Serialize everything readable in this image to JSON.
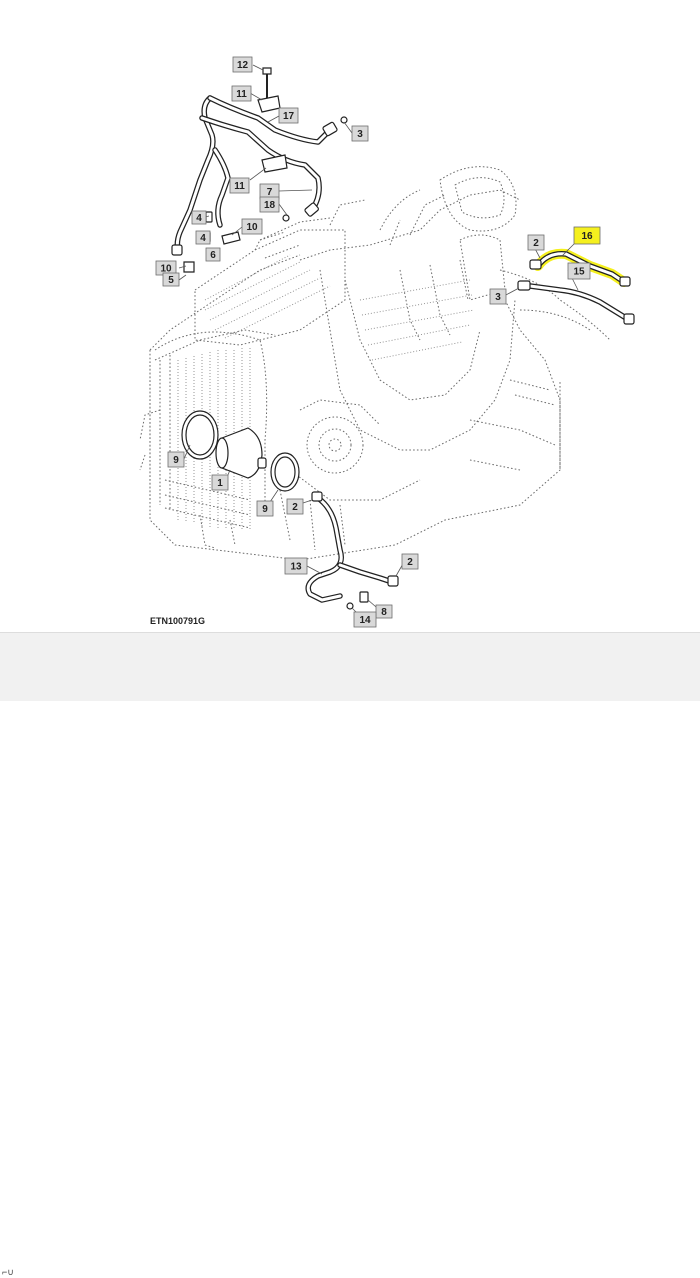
{
  "figure": {
    "code": "ETN100791G",
    "edge_mark": "⌐∪"
  },
  "highlight_color": "#f5f01e",
  "callouts": [
    {
      "id": "c12",
      "label": "12"
    },
    {
      "id": "c11a",
      "label": "11"
    },
    {
      "id": "c17",
      "label": "17"
    },
    {
      "id": "c3a",
      "label": "3"
    },
    {
      "id": "c11b",
      "label": "11"
    },
    {
      "id": "c7",
      "label": "7"
    },
    {
      "id": "c18",
      "label": "18"
    },
    {
      "id": "c4a",
      "label": "4"
    },
    {
      "id": "c4b",
      "label": "4"
    },
    {
      "id": "c10a",
      "label": "10"
    },
    {
      "id": "c6",
      "label": "6"
    },
    {
      "id": "c10b",
      "label": "10"
    },
    {
      "id": "c5",
      "label": "5"
    },
    {
      "id": "c16",
      "label": "16",
      "highlighted": true
    },
    {
      "id": "c2a",
      "label": "2"
    },
    {
      "id": "c15",
      "label": "15"
    },
    {
      "id": "c3b",
      "label": "3"
    },
    {
      "id": "c9a",
      "label": "9"
    },
    {
      "id": "c1",
      "label": "1"
    },
    {
      "id": "c9b",
      "label": "9"
    },
    {
      "id": "c2b",
      "label": "2"
    },
    {
      "id": "c13",
      "label": "13"
    },
    {
      "id": "c2c",
      "label": "2"
    },
    {
      "id": "c8",
      "label": "8"
    },
    {
      "id": "c14",
      "label": "14"
    }
  ]
}
